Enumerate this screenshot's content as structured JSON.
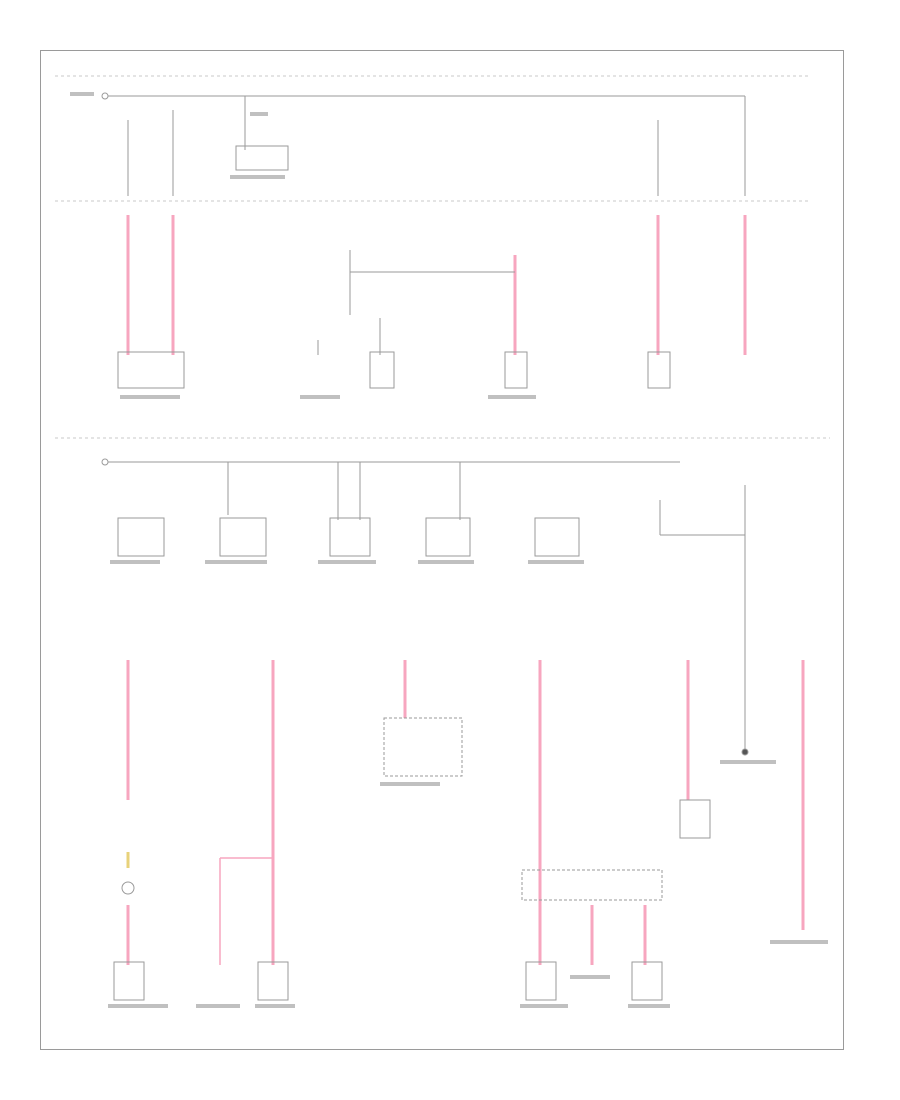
{
  "diagram": {
    "title": "",
    "footer_code": "",
    "sections": [
      "top",
      "middle",
      "bottom"
    ],
    "colors": {
      "wire_power": "#f7a6bf",
      "wire_ground": "#9a9a9a",
      "divider": "#c8c8c8",
      "highlight": "#e8d27a"
    }
  }
}
